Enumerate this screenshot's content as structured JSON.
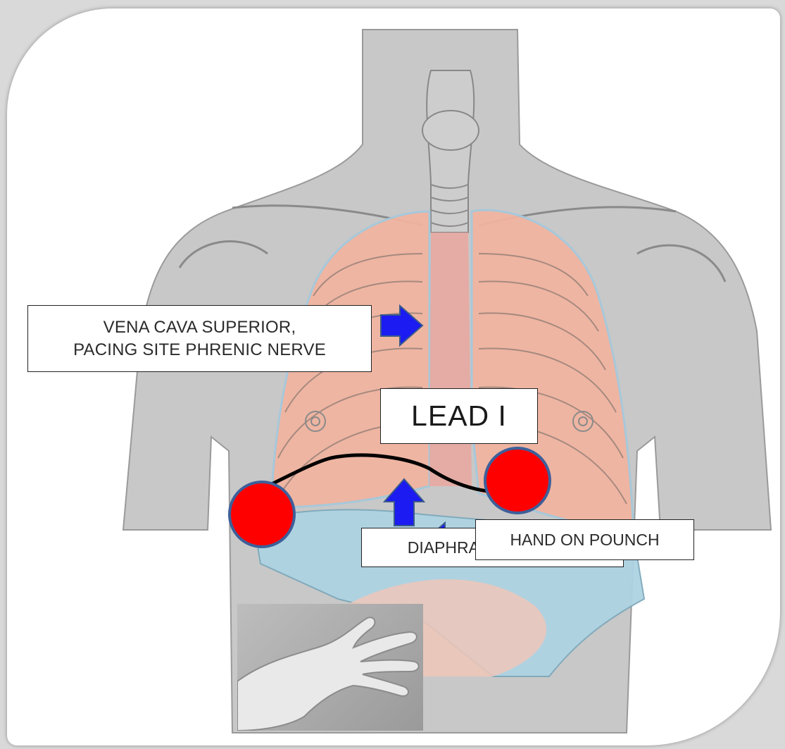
{
  "labels": {
    "vena_line1": "VENA CAVA SUPERIOR,",
    "vena_line2": "PACING SITE PHRENIC NERVE",
    "lead": "LEAD I",
    "diaphragm": "DIAPHRAGM MUSCLE",
    "hand": "HAND ON POUNCH"
  },
  "colors": {
    "lung": "#f1b4a0",
    "liver": "#aed3e3",
    "electrode": "#ff0000",
    "arrow": "#1b1bf2",
    "body": "#c8c8c8"
  },
  "icons": [
    "arrow-right-icon",
    "arrow-up-icon",
    "arrow-left-icon"
  ]
}
